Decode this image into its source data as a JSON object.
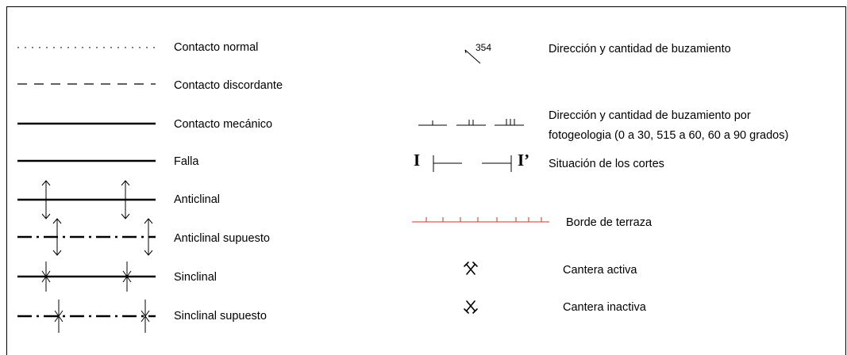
{
  "legend": {
    "left_items": [
      {
        "symbol": "dotted-line",
        "label": "Contacto normal"
      },
      {
        "symbol": "dashed-line",
        "label": "Contacto discordante"
      },
      {
        "symbol": "solid-line",
        "label": "Contacto mecánico"
      },
      {
        "symbol": "solid-line",
        "label": "Falla"
      },
      {
        "symbol": "anticline",
        "label": "Anticlinal"
      },
      {
        "symbol": "anticline-inferred",
        "label": "Anticlinal supuesto"
      },
      {
        "symbol": "syncline",
        "label": "Sinclinal"
      },
      {
        "symbol": "syncline-inferred",
        "label": "Sinclinal supuesto"
      }
    ],
    "right_items": [
      {
        "symbol": "dip-symbol",
        "value": "354",
        "label": "Dirección y cantidad de buzamiento"
      },
      {
        "symbol": "dip-photogeology-ticks",
        "label_line1": "Dirección y cantidad de buzamiento por",
        "label_line2": "fotogeologia (0 a 30, 515 a 60, 60 a 90 grados)"
      },
      {
        "symbol": "cross-section-marker",
        "start": "I",
        "end": "I’",
        "label": "Situación de los cortes"
      },
      {
        "symbol": "terrace-edge",
        "color": "#e0282e",
        "label": "Borde de terraza"
      },
      {
        "symbol": "active-quarry-icon",
        "label": "Cantera activa"
      },
      {
        "symbol": "inactive-quarry-icon",
        "label": "Cantera inactiva"
      }
    ]
  }
}
